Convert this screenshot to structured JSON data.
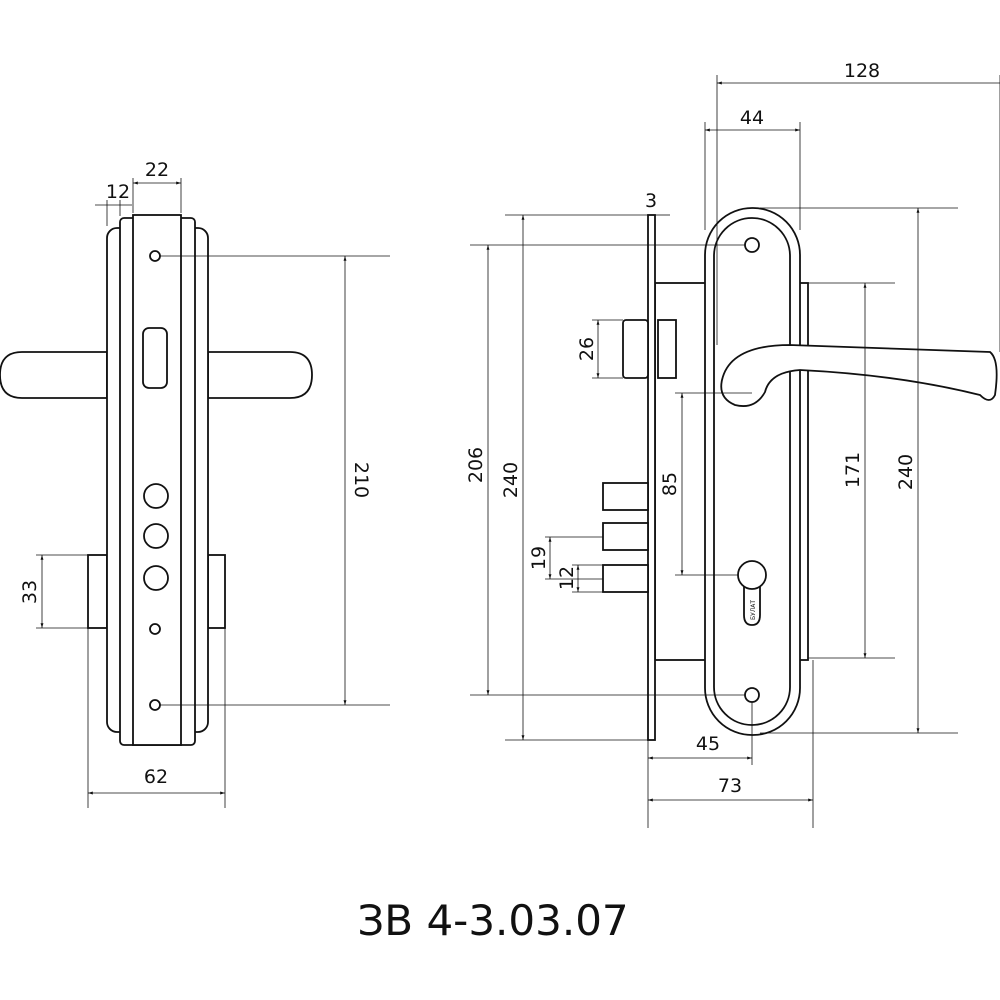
{
  "title": "ЗВ 4-3.03.07",
  "cylinder_logo": "БУЛАТ",
  "side_view": {
    "dim_22": "22",
    "dim_12": "12",
    "dim_210": "210",
    "dim_33": "33",
    "dim_62": "62"
  },
  "front_view": {
    "dim_128": "128",
    "dim_44": "44",
    "dim_3": "3",
    "dim_26": "26",
    "dim_206": "206",
    "dim_240_left": "240",
    "dim_85": "85",
    "dim_19": "19",
    "dim_12": "12",
    "dim_171": "171",
    "dim_240_right": "240",
    "dim_45": "45",
    "dim_73": "73"
  }
}
